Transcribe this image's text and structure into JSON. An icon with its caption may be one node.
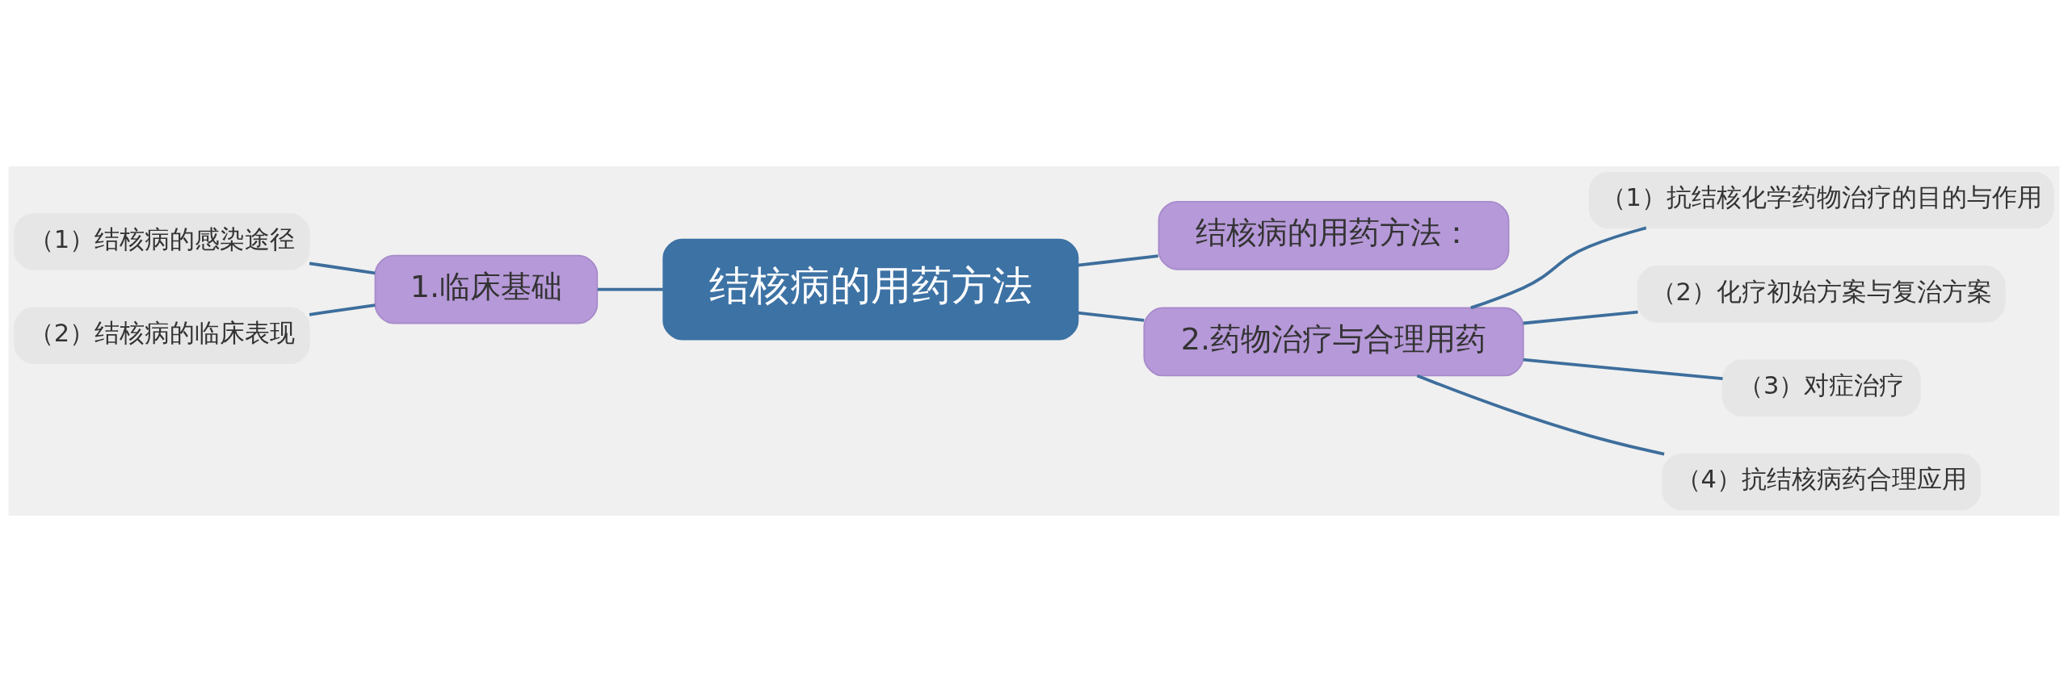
{
  "diagram": {
    "nodes": [
      {
        "text": [
          "结核病的用药方法"
        ]
      },
      {
        "text": [
          "结核病的用药方法："
        ]
      },
      {
        "text": [
          "1.临床基础"
        ]
      },
      {
        "text": [
          "（1）结核病的感染途径"
        ]
      },
      {
        "text": [
          "（2）结核病的临床表现"
        ]
      },
      {
        "text": [
          "2.药物治疗与合理用药"
        ]
      },
      {
        "text": [
          "（1）抗结核化学药物治疗的目的与作用"
        ]
      },
      {
        "text": [
          "（2）化疗初始方案与复治方案"
        ]
      },
      {
        "text": [
          "（3）对症治疗"
        ]
      },
      {
        "text": [
          "（4）抗结核病药合理应用"
        ]
      }
    ],
    "edges": [
      {
        "from": 0,
        "to": 1,
        "arrow": "none"
      },
      {
        "from": 0,
        "to": 2,
        "arrow": "none"
      },
      {
        "from": 2,
        "to": 3,
        "arrow": "none"
      },
      {
        "from": 2,
        "to": 4,
        "arrow": "none"
      },
      {
        "from": 0,
        "to": 5,
        "arrow": "none"
      },
      {
        "from": 5,
        "to": 6,
        "arrow": "none"
      },
      {
        "from": 5,
        "to": 7,
        "arrow": "none"
      },
      {
        "from": 5,
        "to": 8,
        "arrow": "none"
      },
      {
        "from": 5,
        "to": 9,
        "arrow": "none"
      }
    ]
  }
}
